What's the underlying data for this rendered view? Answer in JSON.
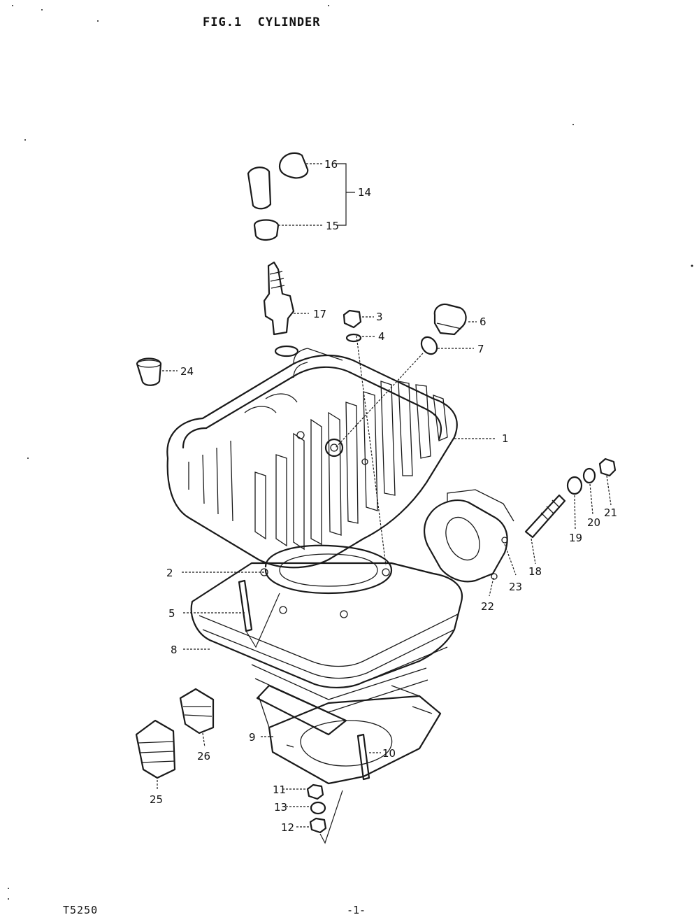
{
  "title": "FIG.1  CYLINDER",
  "footer": {
    "model": "T5250",
    "page": "-1-"
  },
  "callouts": {
    "c1": "1",
    "c2": "2",
    "c3": "3",
    "c4": "4",
    "c5": "5",
    "c6": "6",
    "c7": "7",
    "c8": "8",
    "c9": "9",
    "c10": "10",
    "c11": "11",
    "c12": "12",
    "c13": "13",
    "c14": "14",
    "c15": "15",
    "c16": "16",
    "c17": "17",
    "c18": "18",
    "c19": "19",
    "c20": "20",
    "c21": "21",
    "c22": "22",
    "c23": "23",
    "c24": "24",
    "c25": "25",
    "c26": "26"
  }
}
